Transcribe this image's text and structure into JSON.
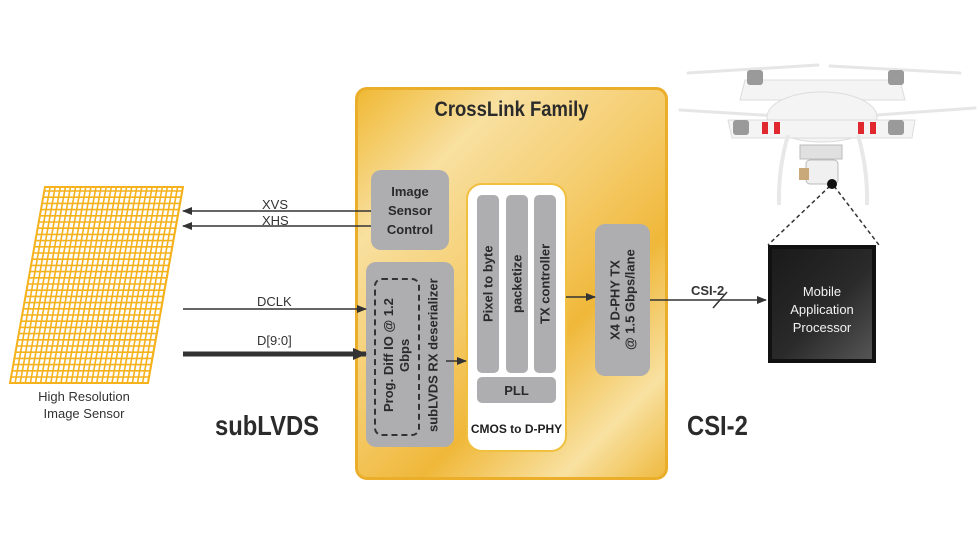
{
  "diagram": {
    "crosslink": {
      "title": "CrossLink Family",
      "image_sensor_control": "Image\nSensor\nControl",
      "prog_diff_io": "Prog. Diff IO @ 1.2\nGbps",
      "sublvds_rx": "subLVDS RX deserializer",
      "cmos_columns": [
        "Pixel to byte",
        "packetize",
        "TX controller"
      ],
      "pll": "PLL",
      "cmos_label": "CMOS to D-PHY",
      "dphy_tx": "X4 D-PHY TX\n@ 1.5 Gbps/lane"
    },
    "sensor": {
      "label": "High Resolution\nImage Sensor",
      "color": "#f5b21c"
    },
    "signals": {
      "xvs": "XVS",
      "xhs": "XHS",
      "dclk": "DCLK",
      "data": "D[9:0]",
      "csi2_link": "CSI-2"
    },
    "interfaces": {
      "left": "subLVDS",
      "right": "CSI-2"
    },
    "processor": {
      "label": "Mobile\nApplication\nProcessor"
    },
    "drone": {
      "icon": "drone-icon",
      "accent": "#e0282e"
    },
    "colors": {
      "crosslink_border": "#ebae2b",
      "block_gray": "#aeaeb0"
    }
  }
}
